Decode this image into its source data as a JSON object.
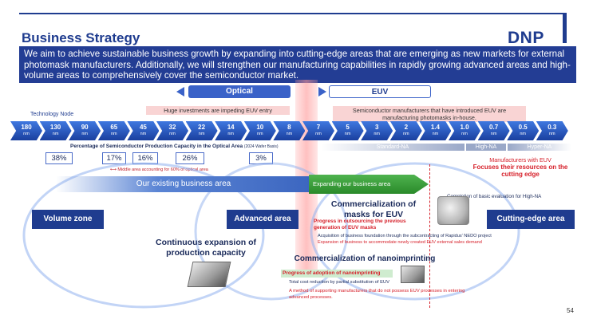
{
  "header": {
    "title": "Business Strategy",
    "logo": "DNP",
    "lead": "We aim to achieve sustainable business growth by expanding into cutting-edge areas that are emerging as new markets for external photomask manufacturers. Additionally, we will strengthen our manufacturing capabilities in rapidly growing advanced areas and high-volume areas to comprehensively cover the semiconductor market."
  },
  "tabs": {
    "optical": "Optical",
    "euv": "EUV"
  },
  "notes": {
    "technology_node": "Technology Node",
    "optical_note": "Huge investments are impeding EUV entry",
    "euv_note": "Semiconductor manufacturers that have introduced EUV are manufacturing photomasks in-house.",
    "pct_title": "Percentage of Semiconductor Production Capacity in the Optical Area",
    "pct_basis": "(2024 Wafer Basis)",
    "middle_note": "Middle area accounting for 60% of optical area",
    "manufacturers": "Manufacturers with EUV",
    "focus": "Focuses their resources on the cutting edge",
    "completion": "Completion of basic evaluation for High-NA"
  },
  "nodes": [
    {
      "value": "180",
      "unit": "nm"
    },
    {
      "value": "130",
      "unit": "nm"
    },
    {
      "value": "90",
      "unit": "nm"
    },
    {
      "value": "65",
      "unit": "nm"
    },
    {
      "value": "45",
      "unit": "nm"
    },
    {
      "value": "32",
      "unit": "nm"
    },
    {
      "value": "22",
      "unit": "nm"
    },
    {
      "value": "14",
      "unit": "nm"
    },
    {
      "value": "10",
      "unit": "nm"
    },
    {
      "value": "8",
      "unit": "nm"
    },
    {
      "value": "7",
      "unit": "nm"
    },
    {
      "value": "5",
      "unit": "nm"
    },
    {
      "value": "3",
      "unit": "nm"
    },
    {
      "value": "2",
      "unit": "nm"
    },
    {
      "value": "1.4",
      "unit": "nm"
    },
    {
      "value": "1.0",
      "unit": "nm"
    },
    {
      "value": "0.7",
      "unit": "nm"
    },
    {
      "value": "0.5",
      "unit": "nm"
    },
    {
      "value": "0.3",
      "unit": "nm"
    }
  ],
  "percentages": {
    "p1": "38%",
    "p2": "17%",
    "p3": "16%",
    "p4": "26%",
    "p5": "3%"
  },
  "axis_labels": {
    "standard": "Standard-NA",
    "high": "High-NA",
    "hyper": "Hyper-NA"
  },
  "areas": {
    "existing": "Our existing business area",
    "expanding": "Expanding our business area"
  },
  "zones": {
    "volume": "Volume zone",
    "advanced": "Advanced area",
    "cutting": "Cutting-edge area"
  },
  "body": {
    "continuous": "Continuous expansion of production capacity",
    "masks": "Commercialization of masks for EUV",
    "prog_mask": "Progress in outsourcing the previous generation of EUV masks",
    "acquisition": "Acquisition of business foundation through the subcontracting of Rapidus' NEDO project",
    "expansion": "Expansion of business to accommodate newly created EUV external sales demand",
    "nano": "Commercialization of nanoimprinting",
    "prog_nano": "Progress of adoption of nanoimprinting",
    "total_cost": "Total cost reduction by partial substitution of EUV",
    "method": "A method of supporting manufacturers that do not possess EUV processes in entering advanced processes."
  },
  "page_number": "54"
}
